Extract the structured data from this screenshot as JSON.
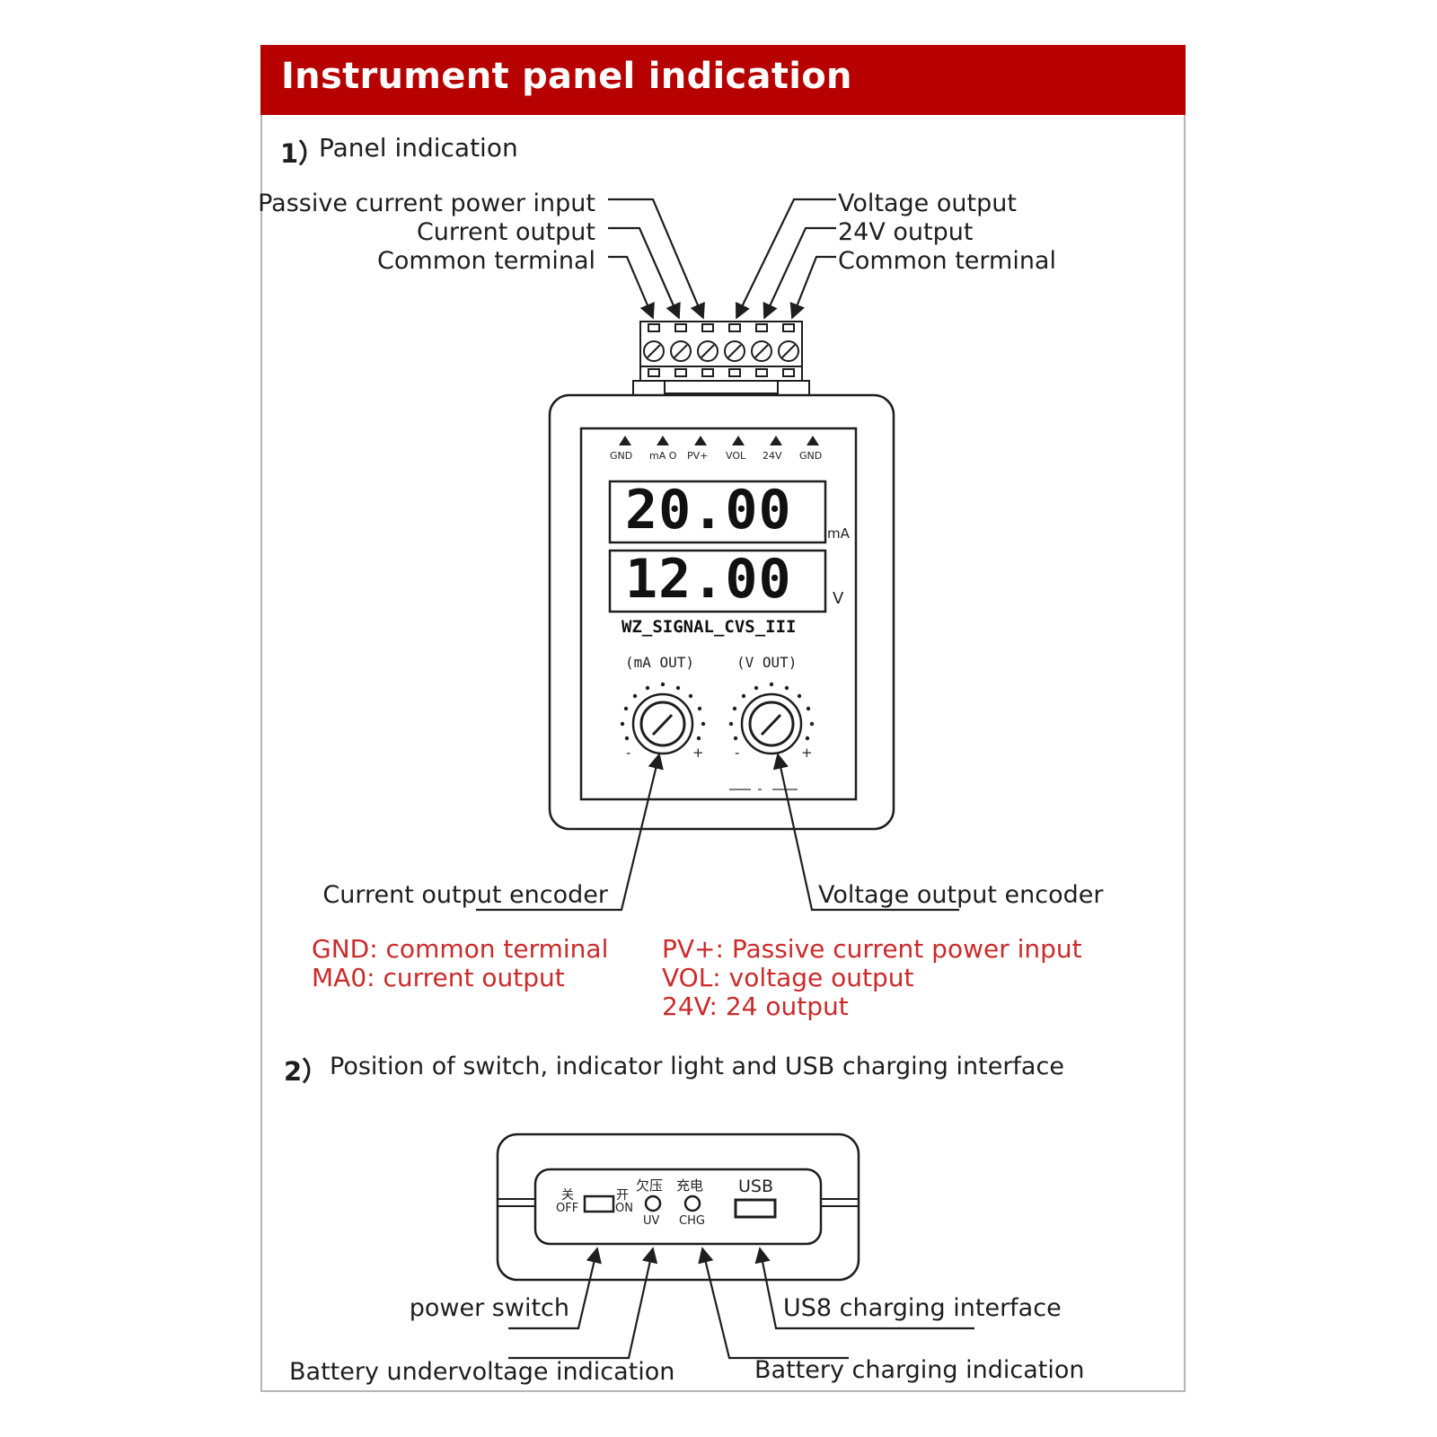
{
  "header": {
    "title": "Instrument panel indication"
  },
  "section1": {
    "number": "1）",
    "title": "Panel indication",
    "terminal_labels_left": [
      "Passive current power input",
      "Current output",
      "Common terminal"
    ],
    "terminal_labels_right": [
      "Voltage output",
      "24V output",
      "Common terminal"
    ]
  },
  "device": {
    "terminal_codes": [
      "GND",
      "mA O",
      "PV+",
      "VOL",
      "24V",
      "GND"
    ],
    "display_top": {
      "value": "20.00",
      "unit": "mA"
    },
    "display_bottom": {
      "value": "12.00",
      "unit": "V"
    },
    "model": "WZ_SIGNAL_CVS_III",
    "knob_left_label": "(mA OUT)",
    "knob_right_label": "(V OUT)",
    "knob_minus": "-",
    "knob_plus": "+"
  },
  "encoders": {
    "left": "Current output encoder",
    "right": "Voltage output encoder"
  },
  "legend": {
    "left": [
      "GND: common terminal",
      "MA0: current output"
    ],
    "right": [
      "PV+: Passive current power input",
      "VOL: voltage output",
      "24V: 24 output"
    ]
  },
  "section2": {
    "number": "2）",
    "title": "Position of switch, indicator light and USB charging interface"
  },
  "bottom_device": {
    "switch_off_cn": "关",
    "switch_off": "OFF",
    "switch_on_cn": "开",
    "switch_on": "ON",
    "uv_cn": "欠压",
    "uv": "UV",
    "chg_cn": "充电",
    "chg": "CHG",
    "usb": "USB"
  },
  "bottom_labels": {
    "power_switch": "power switch",
    "usb_interface": "US8 charging interface",
    "undervoltage": "Battery undervoltage indication",
    "charging": "Battery charging indication"
  },
  "colors": {
    "banner": "#b70000",
    "legend_text": "#cc2a2a",
    "line": "#1e1e1e"
  }
}
